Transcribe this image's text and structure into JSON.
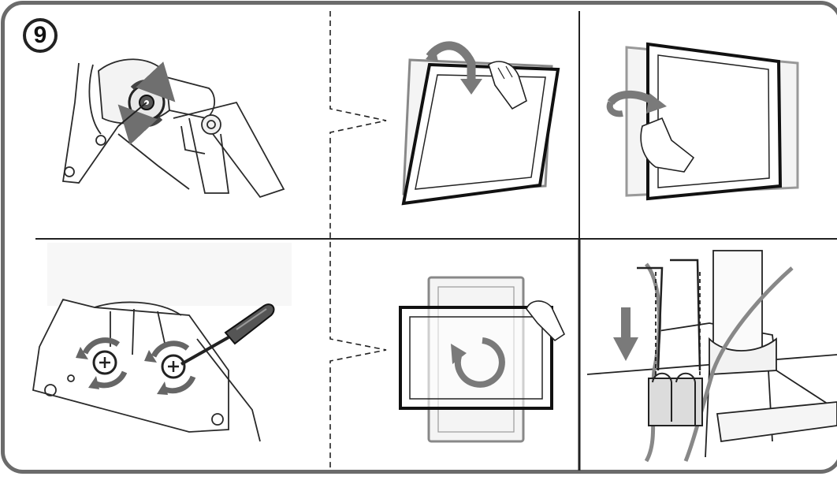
{
  "step": {
    "number": "9"
  },
  "panels": [
    {
      "id": "arm-tension-knob",
      "icon": "tension-knob-rotate-icon"
    },
    {
      "id": "monitor-tilt",
      "icon": "tilt-arrow-icon"
    },
    {
      "id": "monitor-swivel",
      "icon": "swivel-arrow-icon"
    },
    {
      "id": "vesa-screws",
      "icon": "screwdriver-icon"
    },
    {
      "id": "monitor-rotate",
      "icon": "rotate-arrow-icon"
    },
    {
      "id": "cable-clip",
      "icon": "down-arrow-icon"
    }
  ],
  "colors": {
    "frame": "#6b6b6b",
    "line": "#222222",
    "arrow": "#7a7a7a",
    "panel_fill": "#f2f2f2"
  }
}
